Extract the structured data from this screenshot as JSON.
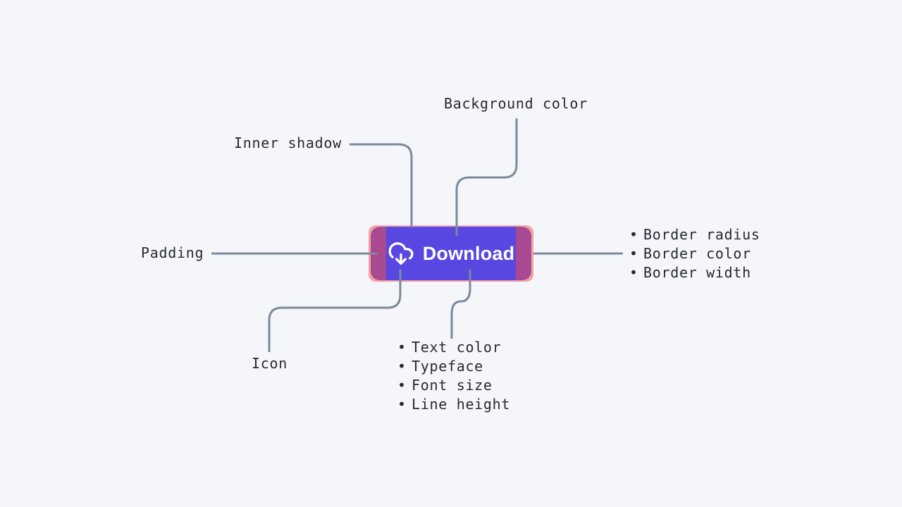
{
  "page": {
    "background": "#F5F6FA"
  },
  "connectors": {
    "color": "#7B8B9B"
  },
  "button": {
    "label": "Download",
    "background_color": "#5847E0",
    "padding_color": "#A74A91",
    "border_color": "#F2A1A6",
    "text_color": "#FFFFFF"
  },
  "labels": {
    "background_color": "Background color",
    "inner_shadow": "Inner shadow",
    "padding": "Padding",
    "icon": "Icon"
  },
  "lists": {
    "bullet": "•",
    "border": [
      "Border radius",
      "Border color",
      "Border width"
    ],
    "text": [
      "Text color",
      "Typeface",
      "Font size",
      "Line height"
    ]
  }
}
